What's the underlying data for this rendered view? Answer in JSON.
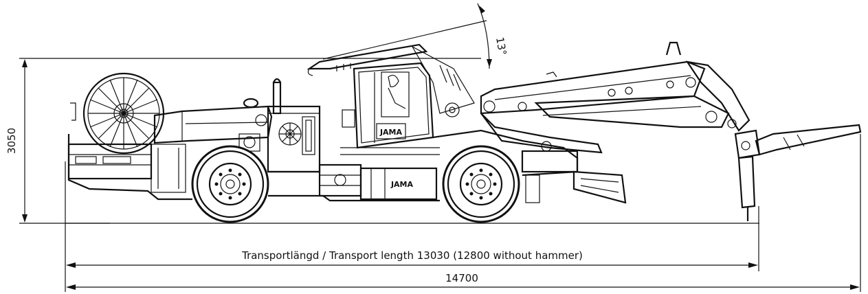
{
  "dimensions": {
    "height_label": "3050",
    "transport_length_label": "Transportlängd / Transport length 13030 (12800 without hammer)",
    "total_length_label": "14700",
    "boom_angle_label": "13°"
  },
  "logos": {
    "cab_logo": "JAMA",
    "chassis_logo": "JAMA"
  },
  "colors": {
    "line": "#111111",
    "background": "#ffffff"
  }
}
